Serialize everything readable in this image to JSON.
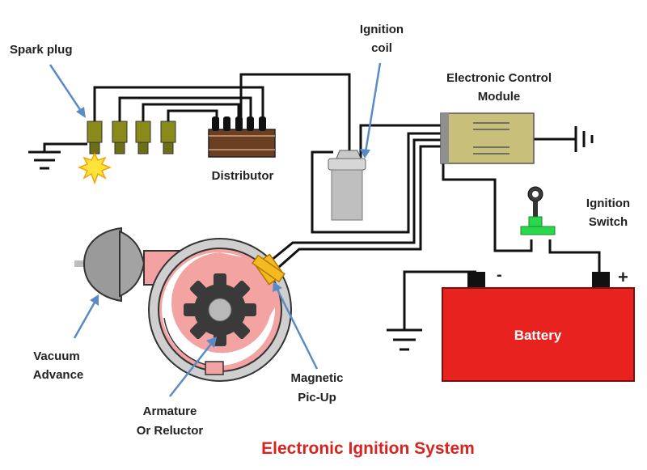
{
  "title": "Electronic Ignition System",
  "labels": {
    "spark_plug": "Spark plug",
    "ignition_coil_l1": "Ignition",
    "ignition_coil_l2": "coil",
    "ecm_l1": "Electronic Control",
    "ecm_l2": "Module",
    "distributor": "Distributor",
    "ignition_switch_l1": "Ignition",
    "ignition_switch_l2": "Switch",
    "vacuum_advance_l1": "Vacuum",
    "vacuum_advance_l2": "Advance",
    "armature_l1": "Armature",
    "armature_l2": "Or Reluctor",
    "pickup_l1": "Magnetic",
    "pickup_l2": "Pic-Up",
    "battery": "Battery",
    "battery_neg": "-",
    "battery_pos": "+"
  },
  "colors": {
    "title": "#d8231f",
    "battery": "#e8231f",
    "module": "#c8c07a",
    "plug_body": "#8a8a1a",
    "pickup": "#f5b921",
    "switch": "#2bd84a",
    "vacuum_arm": "#f2a0a0",
    "arrow": "#5b8bc4"
  }
}
